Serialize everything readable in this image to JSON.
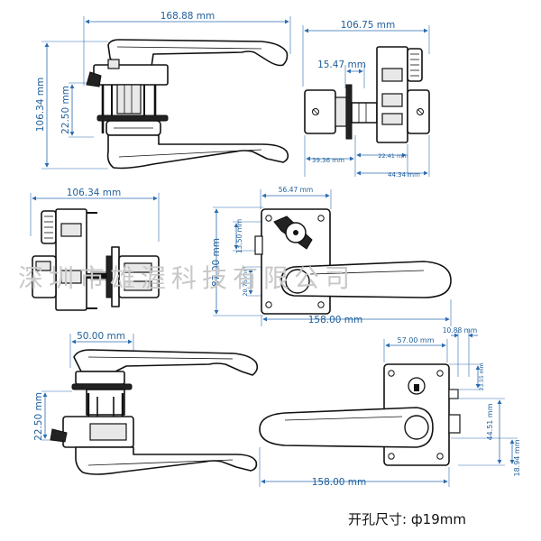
{
  "dimensions": {
    "top_left_width": "168.88 mm",
    "top_left_height": "106.34 mm",
    "top_left_spindle": "22.50 mm",
    "top_right_width": "106.75 mm",
    "top_right_inner": "15.47 mm",
    "top_right_left_small": "39.36 mm",
    "top_right_mid_small": "22.41 mm",
    "top_right_right_small": "44.34 mm",
    "mid_left_width": "106.34 mm",
    "mid_right_top": "56.47 mm",
    "mid_right_height": "87.00 mm",
    "mid_right_spindle": "13.50 mm",
    "mid_right_small_v": "20.75 mm",
    "mid_right_length": "158.00 mm",
    "bottom_left_top": "50.00 mm",
    "bottom_left_spindle": "22.50 mm",
    "bottom_right_top": "57.00 mm",
    "bottom_right_offset": "10.88 mm",
    "bottom_right_small_v": "23.55 mm",
    "bottom_right_v1": "44.51 mm",
    "bottom_right_v2": "18.94 mm",
    "bottom_right_length": "158.00 mm"
  },
  "watermark": "深圳市雄渥科技有限公司",
  "note": "开孔尺寸: ф19mm"
}
